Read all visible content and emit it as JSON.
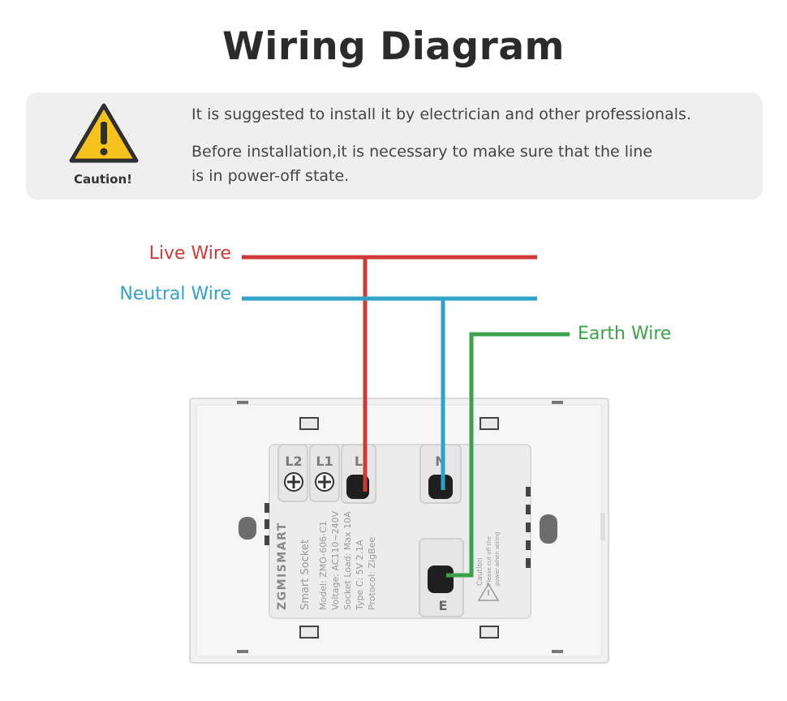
{
  "title": "Wiring Diagram",
  "caution": {
    "label": "Caution!",
    "icon": "warning-triangle-icon",
    "line1": "It is suggested to install it by electrician and other professionals.",
    "line2": "Before installation,it is necessary to make sure that the line",
    "line3": "is in power-off state."
  },
  "wires": {
    "live": {
      "label": "Live Wire",
      "color": "#d03a36"
    },
    "neutral": {
      "label": "Neutral Wire",
      "color": "#2ea2c9"
    },
    "earth": {
      "label": "Earth Wire",
      "color": "#3aa34a"
    }
  },
  "device": {
    "brand": "ZGMISMART",
    "name": "Smart Socket",
    "specs": [
      "Model: ZMO-606-C1",
      "Voltage: AC110~240V",
      "Socket Load: Max 10A",
      "Type C: 5V 2.1A",
      "Protocol: ZigBee"
    ],
    "terminals": {
      "l2": "L2",
      "l1": "L1",
      "l": "L",
      "n": "N",
      "e": "E"
    },
    "caution_title": "Caution",
    "caution_text_1": "Please cut off the",
    "caution_text_2": "power when wiring"
  }
}
